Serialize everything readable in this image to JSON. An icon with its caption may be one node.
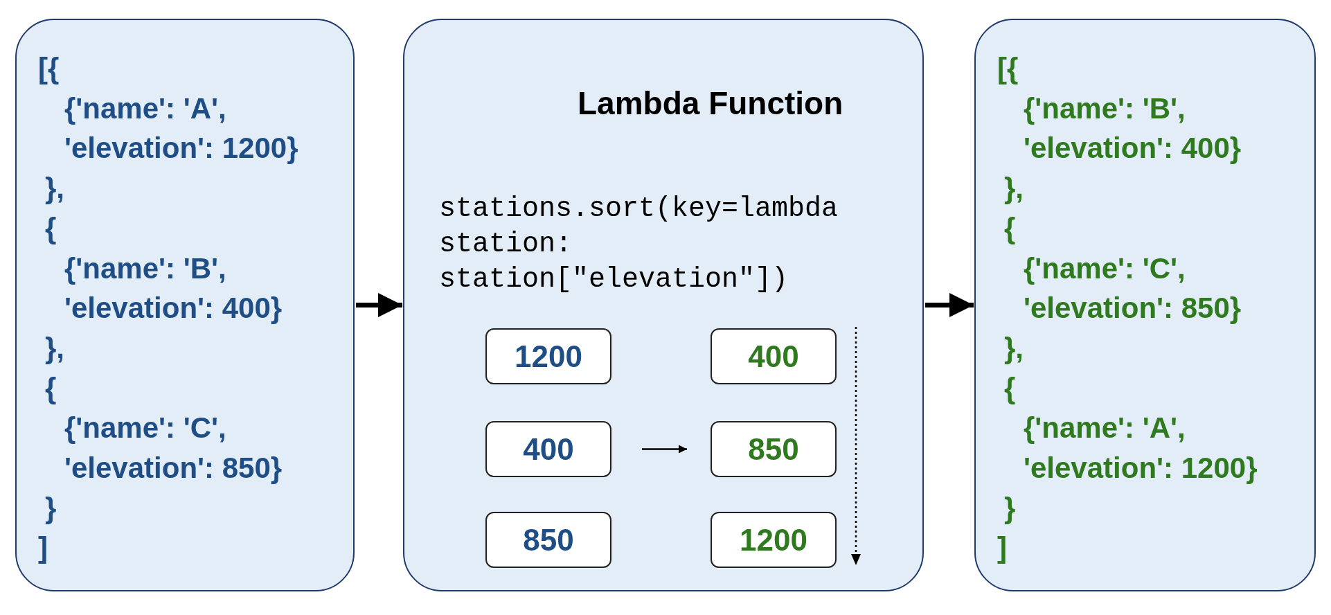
{
  "diagram": {
    "nodes": [
      {
        "text": [
          "[{",
          "{'name': 'A',",
          "'elevation': 1200}",
          "},",
          "{",
          "{'name': 'B',",
          "'elevation': 400}",
          "},",
          "{",
          "{'name': 'C',",
          "'elevation': 850}",
          "}",
          "]"
        ]
      },
      {
        "text": [
          "Lambda Function",
          "stations.sort(key=lambda station: station[\"elevation\"])"
        ]
      },
      {
        "text": [
          "1200"
        ],
        "in": 1
      },
      {
        "text": [
          "400"
        ],
        "in": 1
      },
      {
        "text": [
          "400"
        ],
        "in": 1
      },
      {
        "text": [
          "850"
        ],
        "in": 1
      },
      {
        "text": [
          "850"
        ],
        "in": 1
      },
      {
        "text": [
          "1200"
        ],
        "in": 1
      },
      {
        "text": [
          "[{",
          "{'name': 'B',",
          "'elevation': 400}",
          "},",
          "{",
          "{'name': 'C',",
          "'elevation': 850}",
          "},",
          "{",
          "{'name': 'A',",
          "'elevation': 1200}",
          "}",
          "]"
        ]
      }
    ],
    "edges": [
      {
        "from": 0,
        "to": 1,
        "arrow": "to"
      },
      {
        "from": 1,
        "to": 8,
        "arrow": "to"
      },
      {
        "from": 4,
        "to": 5,
        "arrow": "to"
      }
    ]
  }
}
